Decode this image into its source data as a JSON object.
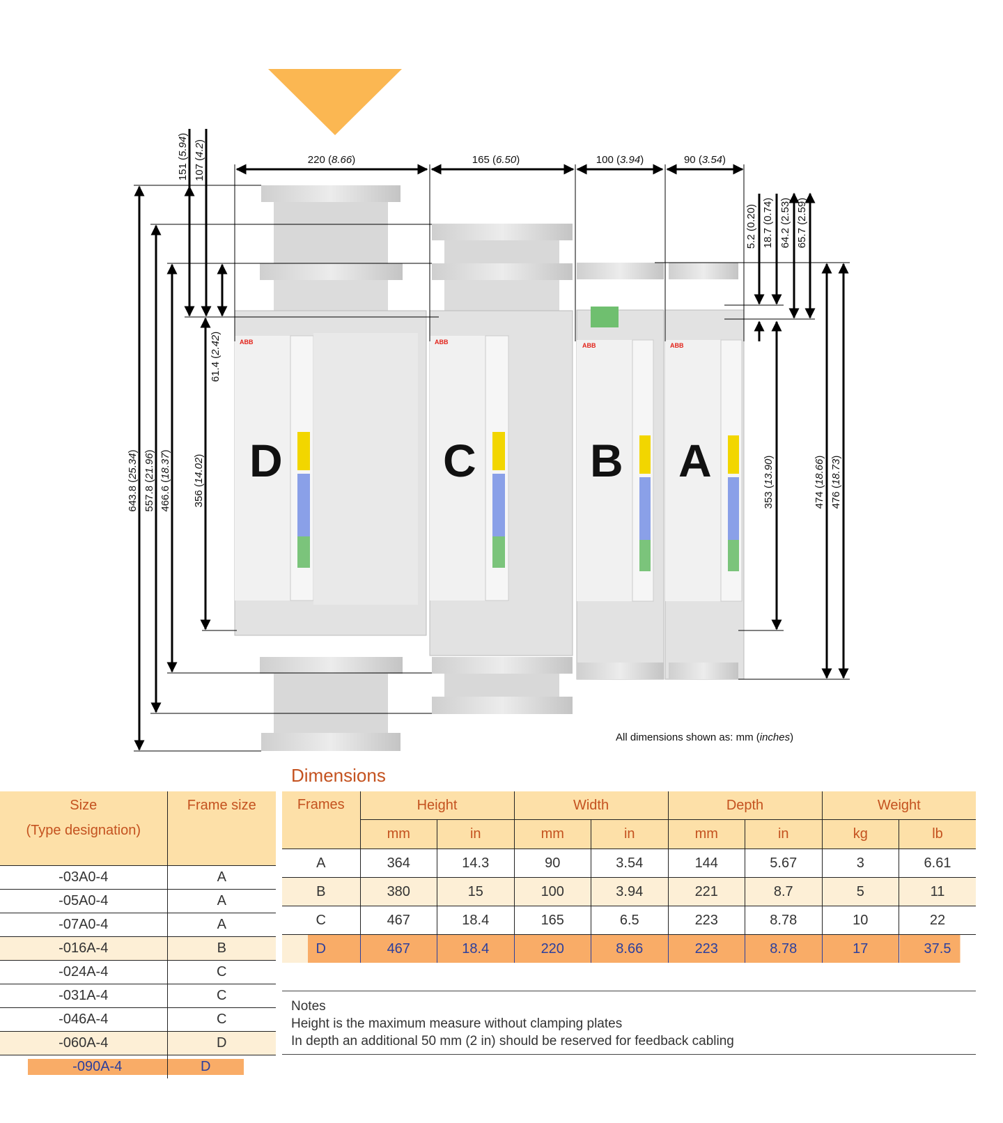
{
  "drawing": {
    "accent_color": "#fbb752",
    "frames": [
      "D",
      "C",
      "B",
      "A"
    ],
    "width_dims": [
      {
        "mm": "220",
        "in": "8.66"
      },
      {
        "mm": "165",
        "in": "6.50"
      },
      {
        "mm": "100",
        "in": "3.94"
      },
      {
        "mm": "90",
        "in": "3.54"
      }
    ],
    "left_dims": [
      {
        "mm": "643.8",
        "in": "25.34"
      },
      {
        "mm": "557.8",
        "in": "21.96"
      },
      {
        "mm": "466.6",
        "in": "18.37"
      },
      {
        "mm": "356",
        "in": "14.02"
      },
      {
        "mm": "61.4",
        "in": "2.42"
      },
      {
        "mm": "151",
        "in": "5.94"
      },
      {
        "mm": "107",
        "in": "4.2"
      }
    ],
    "right_dims": [
      {
        "mm": "353",
        "in": "13.90"
      },
      {
        "mm": "474",
        "in": "18.66"
      },
      {
        "mm": "476",
        "in": "18.73"
      },
      {
        "mm": "5.2",
        "in": "0.20"
      },
      {
        "mm": "18.7",
        "in": "0.74"
      },
      {
        "mm": "64.2",
        "in": "2.53"
      },
      {
        "mm": "65.7",
        "in": "2.59"
      }
    ],
    "units_note_prefix": "All dimensions shown as: mm (",
    "units_note_italic": "inches",
    "units_note_suffix": ")"
  },
  "dimensions_title": "Dimensions",
  "size_table": {
    "headers": [
      "Size",
      "(Type designation)",
      "Frame size"
    ],
    "rows": [
      {
        "size": "-03A0-4",
        "frame": "A"
      },
      {
        "size": "-05A0-4",
        "frame": "A"
      },
      {
        "size": "-07A0-4",
        "frame": "A"
      },
      {
        "size": "-016A-4",
        "frame": "B"
      },
      {
        "size": "-024A-4",
        "frame": "C"
      },
      {
        "size": "-031A-4",
        "frame": "C"
      },
      {
        "size": "-046A-4",
        "frame": "C"
      },
      {
        "size": "-060A-4",
        "frame": "D"
      },
      {
        "size": "-090A-4",
        "frame": "D"
      }
    ]
  },
  "dim_table": {
    "frames_header": "Frames",
    "groups": [
      "Height",
      "Width",
      "Depth",
      "Weight"
    ],
    "units": [
      "mm",
      "in",
      "mm",
      "in",
      "mm",
      "in",
      "kg",
      "lb"
    ],
    "rows": [
      [
        "A",
        "364",
        "14.3",
        "90",
        "3.54",
        "144",
        "5.67",
        "3",
        "6.61"
      ],
      [
        "B",
        "380",
        "15",
        "100",
        "3.94",
        "221",
        "8.7",
        "5",
        "11"
      ],
      [
        "C",
        "467",
        "18.4",
        "165",
        "6.5",
        "223",
        "8.78",
        "10",
        "22"
      ],
      [
        "D",
        "467",
        "18.4",
        "220",
        "8.66",
        "223",
        "8.78",
        "17",
        "37.5"
      ]
    ]
  },
  "notes": {
    "title": "Notes",
    "lines": [
      "Height is the maximum measure without clamping plates",
      "In depth an additional 50 mm (2 in) should be reserved for feedback cabling"
    ]
  }
}
